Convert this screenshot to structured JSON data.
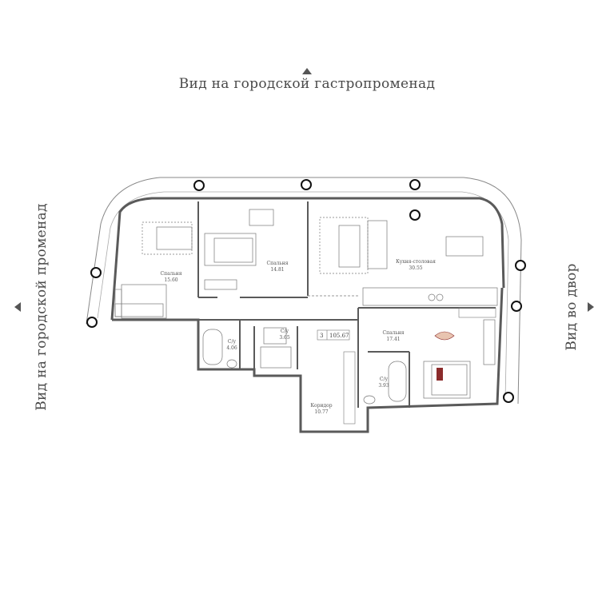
{
  "views": {
    "top": "Вид на городской гастропроменад",
    "left": "Вид на городской променад",
    "right": "Вид во двор"
  },
  "apartment": {
    "rooms_count": "3",
    "total_area": "105.67"
  },
  "rooms": [
    {
      "name": "Спальня",
      "area": "15.60"
    },
    {
      "name": "Спальня",
      "area": "14.81"
    },
    {
      "name": "Кухня-столовая",
      "area": "30.55"
    },
    {
      "name": "С/у",
      "area": "4.06"
    },
    {
      "name": "С/у",
      "area": "3.65"
    },
    {
      "name": "Спальня",
      "area": "17.41"
    },
    {
      "name": "С/у",
      "area": "3.93"
    },
    {
      "name": "Коридор",
      "area": "10.77"
    }
  ],
  "colors": {
    "wall": "#5a5a5a",
    "accent": "#8b2b2b",
    "marker": "#111111"
  }
}
